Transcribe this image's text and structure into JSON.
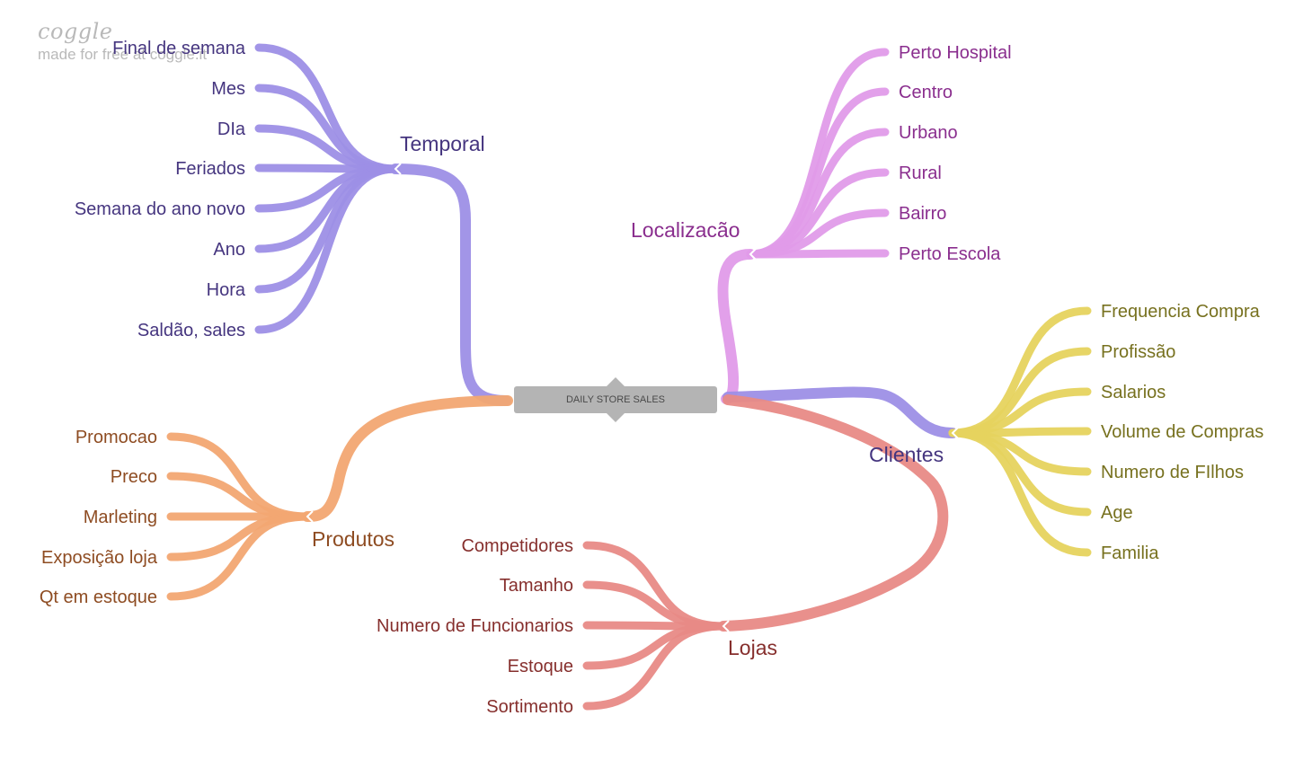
{
  "watermark": {
    "logo": "coggle",
    "text": "made for free at coggle.it"
  },
  "center": {
    "label": "DAILY STORE SALES",
    "color": "#b4b4b4"
  },
  "branches": [
    {
      "name": "temporal",
      "label": "Temporal",
      "color": "#9d8fe6",
      "text_color": "#45357f",
      "children": [
        "Final de semana",
        "Mes",
        "DIa",
        "Feriados",
        "Semana do ano novo",
        "Ano",
        "Hora",
        "Saldão, sales"
      ]
    },
    {
      "name": "localizacao",
      "label": "Localizacão",
      "color": "#e09be9",
      "text_color": "#8a2e8e",
      "children": [
        "Perto Hospital",
        "Centro",
        "Urbano",
        "Rural",
        "Bairro",
        "Perto Escola"
      ]
    },
    {
      "name": "clientes",
      "label": "Clientes",
      "color": "#9d8fe6",
      "text_color": "#45357f",
      "child_color": "#e6d35e",
      "child_text_color": "#77711f",
      "children": [
        "Frequencia Compra",
        "Profissão",
        "Salarios",
        "Volume de Compras",
        "Numero de FIlhos",
        "Age",
        "Familia"
      ]
    },
    {
      "name": "produtos",
      "label": "Produtos",
      "color": "#f2a772",
      "text_color": "#8e4c22",
      "children": [
        "Promocao",
        "Preco",
        "Marleting",
        "Exposição loja",
        "Qt em estoque"
      ]
    },
    {
      "name": "lojas",
      "label": "Lojas",
      "color": "#e88a86",
      "text_color": "#862f2d",
      "children": [
        "Competidores",
        "Tamanho",
        "Numero de Funcionarios",
        "Estoque",
        "Sortimento"
      ]
    }
  ]
}
